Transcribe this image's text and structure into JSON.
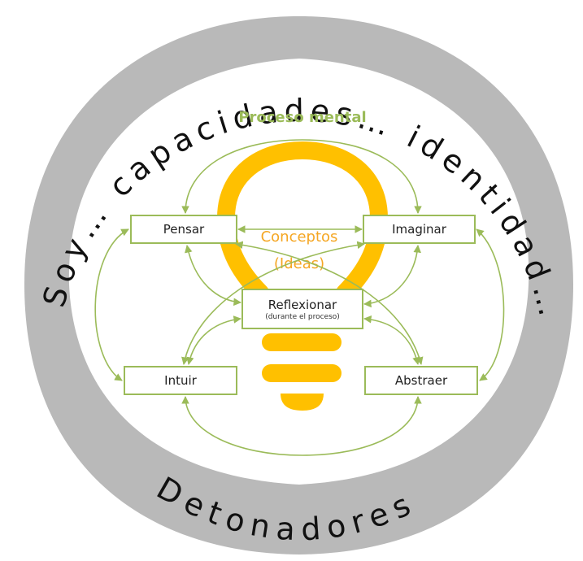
{
  "ring": {
    "top_text": "Soy… capacidades… identidad…",
    "bottom_text": "Detonadores",
    "ring_color": "#b9b9b9",
    "text_color": "#111111"
  },
  "title": "Proceso mental",
  "center": {
    "line1": "Conceptos",
    "line2": "(Ideas)",
    "text_color": "#f5a623",
    "bulb_color": "#ffc000"
  },
  "nodes": {
    "pensar": "Pensar",
    "imaginar": "Imaginar",
    "intuir": "Intuir",
    "abstraer": "Abstraer",
    "reflexionar": "Reflexionar",
    "reflexionar_note": "(durante el proceso)"
  },
  "colors": {
    "accent_green": "#9bbb59",
    "title_green": "#9bbb59"
  }
}
